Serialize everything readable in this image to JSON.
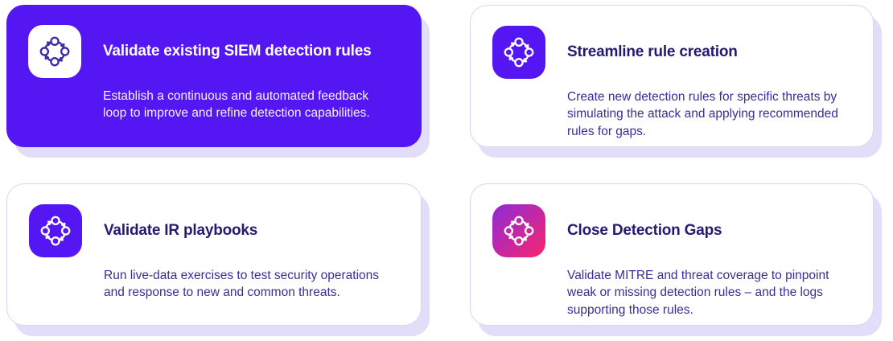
{
  "colors": {
    "accent_violet": "#5416f3",
    "card_shadow": "#e2def9",
    "card_border": "#d9d4f3",
    "title_dark": "#221b71",
    "body_text": "#3a2d96",
    "icon_stroke_on_white": "#3e2ba6",
    "gradient_icon_start": "#8e2bd8",
    "gradient_icon_end": "#f9256e"
  },
  "cards": [
    {
      "id": "validate-siem-rules",
      "variant": "filled",
      "icon": "cycle-icon",
      "title": "Validate existing SIEM detection rules",
      "description": "Establish a continuous and automated feedback loop to improve and refine detection capabilities."
    },
    {
      "id": "streamline-rule-creation",
      "variant": "outline",
      "icon": "cycle-icon",
      "title": "Streamline rule creation",
      "description": "Create new detection rules for specific threats by simulating the attack and applying recommended rules for gaps."
    },
    {
      "id": "validate-ir-playbooks",
      "variant": "outline",
      "icon": "cycle-icon",
      "title": "Validate IR playbooks",
      "description": "Run live-data exercises to test security operations and response to new and common threats."
    },
    {
      "id": "close-detection-gaps",
      "variant": "outline-gradient",
      "icon": "cycle-icon",
      "title": "Close Detection Gaps",
      "description": "Validate MITRE and threat coverage to pinpoint weak or missing detection rules – and the logs supporting those rules."
    }
  ]
}
